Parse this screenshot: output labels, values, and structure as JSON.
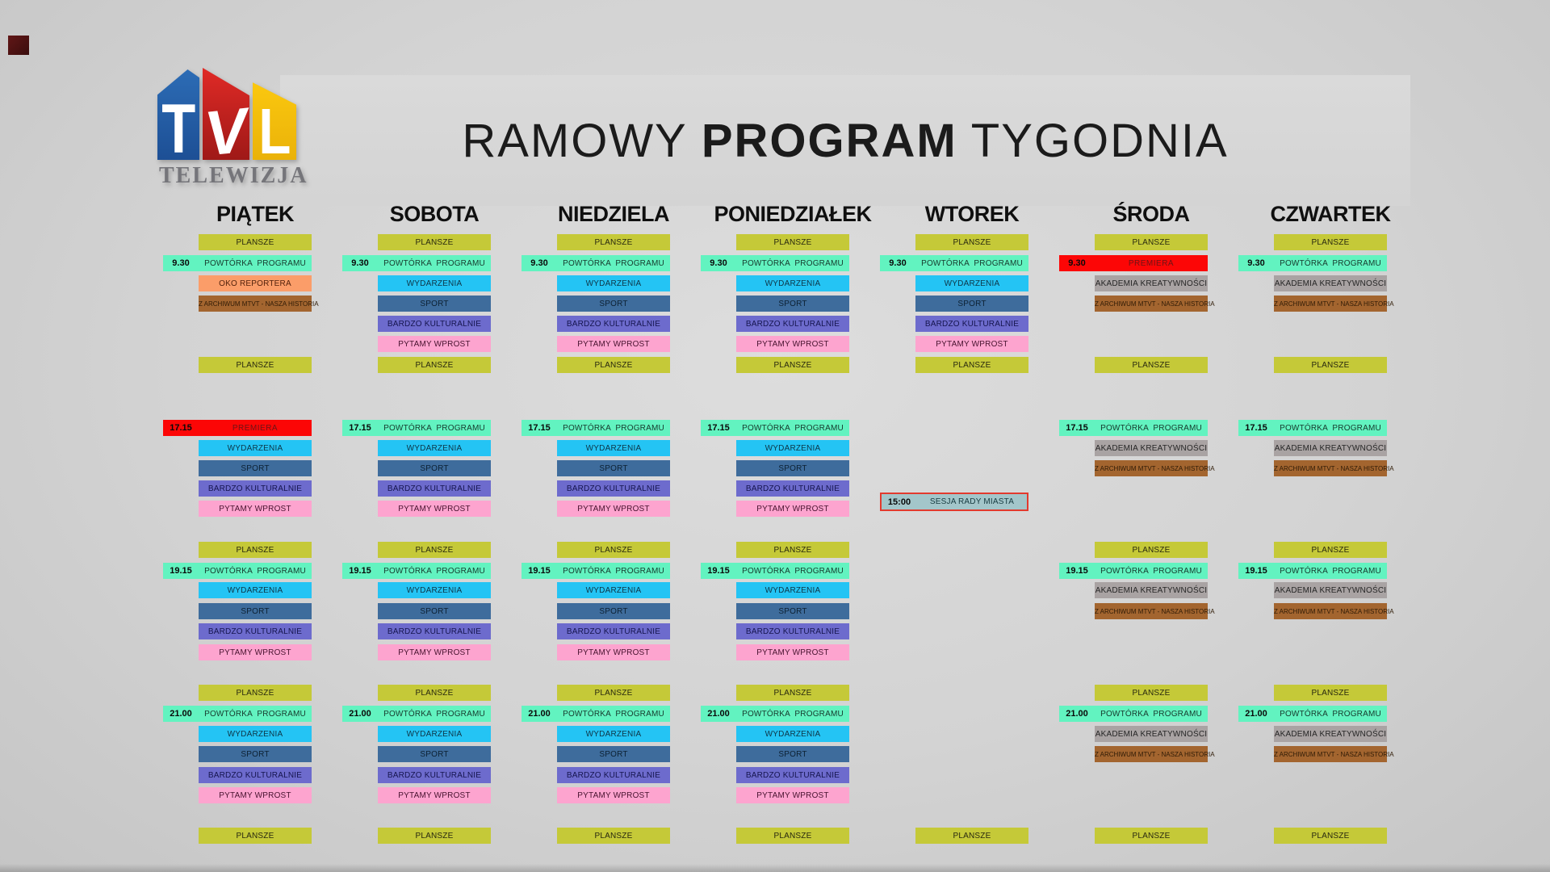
{
  "header": {
    "title_part1": "RAMOWY ",
    "title_part2": "PROGRAM",
    "title_part3": " TYGODNIA"
  },
  "logo": {
    "letters": [
      "T",
      "V",
      "L"
    ],
    "subtitle": "TELEWIZJA",
    "colors": {
      "t": "#2c6cb5",
      "v": "#d8231f",
      "l": "#f7c312"
    }
  },
  "palette": {
    "plansze": {
      "bg": "#c5c938",
      "text": "#28280f"
    },
    "powtorka": {
      "bg": "#62f3c0",
      "text": "#163a2d"
    },
    "wydarzenia": {
      "bg": "#24c4f4",
      "text": "#0e3547"
    },
    "sport": {
      "bg": "#3e6c9c",
      "text": "#0d2133"
    },
    "bardzo": {
      "bg": "#6d6bcd",
      "text": "#15154e"
    },
    "pytamy": {
      "bg": "#fda4cf",
      "text": "#47132f"
    },
    "oko": {
      "bg": "#fb9d69",
      "text": "#53220c"
    },
    "archiwum": {
      "bg": "#a3652f",
      "text": "#2f1b06"
    },
    "akademia": {
      "bg": "#a9a3a3",
      "text": "#262626"
    },
    "premiera": {
      "bg": "#fc0606",
      "text": "#6d1416"
    },
    "sesja": {
      "bg": "#a3c6ca",
      "text": "#163a3f"
    }
  },
  "days": [
    {
      "name": "PIĄTEK",
      "items": [
        {
          "row": 0,
          "type": "plansze",
          "label": "PLANSZE"
        },
        {
          "row": 1,
          "time": "9.30",
          "type": "powtorka",
          "label": "POWTÓRKA  PROGRAMU"
        },
        {
          "row": 2,
          "type": "oko",
          "label": "OKO REPORTERA"
        },
        {
          "row": 3,
          "type": "archiwum",
          "label": "Z ARCHIWUM MTVT - NASZA HISTORIA"
        },
        {
          "row": 6,
          "type": "plansze",
          "label": "PLANSZE"
        },
        {
          "row": 7,
          "time": "17.15",
          "type": "premiera",
          "label": "PREMIERA"
        },
        {
          "row": 8,
          "type": "wydarzenia",
          "label": "WYDARZENIA"
        },
        {
          "row": 9,
          "type": "sport",
          "label": "SPORT"
        },
        {
          "row": 10,
          "type": "bardzo",
          "label": "BARDZO KULTURALNIE"
        },
        {
          "row": 11,
          "type": "pytamy",
          "label": "PYTAMY WPROST"
        },
        {
          "row": 12,
          "type": "plansze",
          "label": "PLANSZE"
        },
        {
          "row": 13,
          "time": "19.15",
          "type": "powtorka",
          "label": "POWTÓRKA  PROGRAMU"
        },
        {
          "row": 14,
          "type": "wydarzenia",
          "label": "WYDARZENIA"
        },
        {
          "row": 15,
          "type": "sport",
          "label": "SPORT"
        },
        {
          "row": 16,
          "type": "bardzo",
          "label": "BARDZO KULTURALNIE"
        },
        {
          "row": 17,
          "type": "pytamy",
          "label": "PYTAMY WPROST"
        },
        {
          "row": 18,
          "type": "plansze",
          "label": "PLANSZE"
        },
        {
          "row": 19,
          "time": "21.00",
          "type": "powtorka",
          "label": "POWTÓRKA  PROGRAMU"
        },
        {
          "row": 20,
          "type": "wydarzenia",
          "label": "WYDARZENIA"
        },
        {
          "row": 21,
          "type": "sport",
          "label": "SPORT"
        },
        {
          "row": 22,
          "type": "bardzo",
          "label": "BARDZO KULTURALNIE"
        },
        {
          "row": 23,
          "type": "pytamy",
          "label": "PYTAMY WPROST"
        },
        {
          "row": 24,
          "type": "plansze",
          "label": "PLANSZE"
        }
      ]
    },
    {
      "name": "SOBOTA",
      "items": [
        {
          "row": 0,
          "type": "plansze",
          "label": "PLANSZE"
        },
        {
          "row": 1,
          "time": "9.30",
          "type": "powtorka",
          "label": "POWTÓRKA  PROGRAMU"
        },
        {
          "row": 2,
          "type": "wydarzenia",
          "label": "WYDARZENIA"
        },
        {
          "row": 3,
          "type": "sport",
          "label": "SPORT"
        },
        {
          "row": 4,
          "type": "bardzo",
          "label": "BARDZO KULTURALNIE"
        },
        {
          "row": 5,
          "type": "pytamy",
          "label": "PYTAMY WPROST"
        },
        {
          "row": 6,
          "type": "plansze",
          "label": "PLANSZE"
        },
        {
          "row": 7,
          "time": "17.15",
          "type": "powtorka",
          "label": "POWTÓRKA  PROGRAMU"
        },
        {
          "row": 8,
          "type": "wydarzenia",
          "label": "WYDARZENIA"
        },
        {
          "row": 9,
          "type": "sport",
          "label": "SPORT"
        },
        {
          "row": 10,
          "type": "bardzo",
          "label": "BARDZO KULTURALNIE"
        },
        {
          "row": 11,
          "type": "pytamy",
          "label": "PYTAMY WPROST"
        },
        {
          "row": 12,
          "type": "plansze",
          "label": "PLANSZE"
        },
        {
          "row": 13,
          "time": "19.15",
          "type": "powtorka",
          "label": "POWTÓRKA  PROGRAMU"
        },
        {
          "row": 14,
          "type": "wydarzenia",
          "label": "WYDARZENIA"
        },
        {
          "row": 15,
          "type": "sport",
          "label": "SPORT"
        },
        {
          "row": 16,
          "type": "bardzo",
          "label": "BARDZO KULTURALNIE"
        },
        {
          "row": 17,
          "type": "pytamy",
          "label": "PYTAMY WPROST"
        },
        {
          "row": 18,
          "type": "plansze",
          "label": "PLANSZE"
        },
        {
          "row": 19,
          "time": "21.00",
          "type": "powtorka",
          "label": "POWTÓRKA  PROGRAMU"
        },
        {
          "row": 20,
          "type": "wydarzenia",
          "label": "WYDARZENIA"
        },
        {
          "row": 21,
          "type": "sport",
          "label": "SPORT"
        },
        {
          "row": 22,
          "type": "bardzo",
          "label": "BARDZO KULTURALNIE"
        },
        {
          "row": 23,
          "type": "pytamy",
          "label": "PYTAMY WPROST"
        },
        {
          "row": 24,
          "type": "plansze",
          "label": "PLANSZE"
        }
      ]
    },
    {
      "name": "NIEDZIELA",
      "items": [
        {
          "row": 0,
          "type": "plansze",
          "label": "PLANSZE"
        },
        {
          "row": 1,
          "time": "9.30",
          "type": "powtorka",
          "label": "POWTÓRKA  PROGRAMU"
        },
        {
          "row": 2,
          "type": "wydarzenia",
          "label": "WYDARZENIA"
        },
        {
          "row": 3,
          "type": "sport",
          "label": "SPORT"
        },
        {
          "row": 4,
          "type": "bardzo",
          "label": "BARDZO KULTURALNIE"
        },
        {
          "row": 5,
          "type": "pytamy",
          "label": "PYTAMY WPROST"
        },
        {
          "row": 6,
          "type": "plansze",
          "label": "PLANSZE"
        },
        {
          "row": 7,
          "time": "17.15",
          "type": "powtorka",
          "label": "POWTÓRKA  PROGRAMU"
        },
        {
          "row": 8,
          "type": "wydarzenia",
          "label": "WYDARZENIA"
        },
        {
          "row": 9,
          "type": "sport",
          "label": "SPORT"
        },
        {
          "row": 10,
          "type": "bardzo",
          "label": "BARDZO KULTURALNIE"
        },
        {
          "row": 11,
          "type": "pytamy",
          "label": "PYTAMY WPROST"
        },
        {
          "row": 12,
          "type": "plansze",
          "label": "PLANSZE"
        },
        {
          "row": 13,
          "time": "19.15",
          "type": "powtorka",
          "label": "POWTÓRKA  PROGRAMU"
        },
        {
          "row": 14,
          "type": "wydarzenia",
          "label": "WYDARZENIA"
        },
        {
          "row": 15,
          "type": "sport",
          "label": "SPORT"
        },
        {
          "row": 16,
          "type": "bardzo",
          "label": "BARDZO KULTURALNIE"
        },
        {
          "row": 17,
          "type": "pytamy",
          "label": "PYTAMY WPROST"
        },
        {
          "row": 18,
          "type": "plansze",
          "label": "PLANSZE"
        },
        {
          "row": 19,
          "time": "21.00",
          "type": "powtorka",
          "label": "POWTÓRKA  PROGRAMU"
        },
        {
          "row": 20,
          "type": "wydarzenia",
          "label": "WYDARZENIA"
        },
        {
          "row": 21,
          "type": "sport",
          "label": "SPORT"
        },
        {
          "row": 22,
          "type": "bardzo",
          "label": "BARDZO KULTURALNIE"
        },
        {
          "row": 23,
          "type": "pytamy",
          "label": "PYTAMY WPROST"
        },
        {
          "row": 24,
          "type": "plansze",
          "label": "PLANSZE"
        }
      ]
    },
    {
      "name": "PONIEDZIAŁEK",
      "items": [
        {
          "row": 0,
          "type": "plansze",
          "label": "PLANSZE"
        },
        {
          "row": 1,
          "time": "9.30",
          "type": "powtorka",
          "label": "POWTÓRKA  PROGRAMU"
        },
        {
          "row": 2,
          "type": "wydarzenia",
          "label": "WYDARZENIA"
        },
        {
          "row": 3,
          "type": "sport",
          "label": "SPORT"
        },
        {
          "row": 4,
          "type": "bardzo",
          "label": "BARDZO KULTURALNIE"
        },
        {
          "row": 5,
          "type": "pytamy",
          "label": "PYTAMY WPROST"
        },
        {
          "row": 6,
          "type": "plansze",
          "label": "PLANSZE"
        },
        {
          "row": 7,
          "time": "17.15",
          "type": "powtorka",
          "label": "POWTÓRKA  PROGRAMU"
        },
        {
          "row": 8,
          "type": "wydarzenia",
          "label": "WYDARZENIA"
        },
        {
          "row": 9,
          "type": "sport",
          "label": "SPORT"
        },
        {
          "row": 10,
          "type": "bardzo",
          "label": "BARDZO KULTURALNIE"
        },
        {
          "row": 11,
          "type": "pytamy",
          "label": "PYTAMY WPROST"
        },
        {
          "row": 12,
          "type": "plansze",
          "label": "PLANSZE"
        },
        {
          "row": 13,
          "time": "19.15",
          "type": "powtorka",
          "label": "POWTÓRKA  PROGRAMU"
        },
        {
          "row": 14,
          "type": "wydarzenia",
          "label": "WYDARZENIA"
        },
        {
          "row": 15,
          "type": "sport",
          "label": "SPORT"
        },
        {
          "row": 16,
          "type": "bardzo",
          "label": "BARDZO KULTURALNIE"
        },
        {
          "row": 17,
          "type": "pytamy",
          "label": "PYTAMY WPROST"
        },
        {
          "row": 18,
          "type": "plansze",
          "label": "PLANSZE"
        },
        {
          "row": 19,
          "time": "21.00",
          "type": "powtorka",
          "label": "POWTÓRKA  PROGRAMU"
        },
        {
          "row": 20,
          "type": "wydarzenia",
          "label": "WYDARZENIA"
        },
        {
          "row": 21,
          "type": "sport",
          "label": "SPORT"
        },
        {
          "row": 22,
          "type": "bardzo",
          "label": "BARDZO KULTURALNIE"
        },
        {
          "row": 23,
          "type": "pytamy",
          "label": "PYTAMY WPROST"
        },
        {
          "row": 24,
          "type": "plansze",
          "label": "PLANSZE"
        }
      ]
    },
    {
      "name": "WTOREK",
      "items": [
        {
          "row": 0,
          "type": "plansze",
          "label": "PLANSZE"
        },
        {
          "row": 1,
          "time": "9.30",
          "type": "powtorka",
          "label": "POWTÓRKA  PROGRAMU"
        },
        {
          "row": 2,
          "type": "wydarzenia",
          "label": "WYDARZENIA"
        },
        {
          "row": 3,
          "type": "sport",
          "label": "SPORT"
        },
        {
          "row": 4,
          "type": "bardzo",
          "label": "BARDZO KULTURALNIE"
        },
        {
          "row": 5,
          "type": "pytamy",
          "label": "PYTAMY WPROST"
        },
        {
          "row": 6,
          "type": "plansze",
          "label": "PLANSZE"
        },
        {
          "row": 25,
          "time": "15:00",
          "type": "sesja",
          "label": "SESJA RADY MIASTA"
        },
        {
          "row": 24,
          "type": "plansze",
          "label": "PLANSZE"
        }
      ]
    },
    {
      "name": "ŚRODA",
      "items": [
        {
          "row": 0,
          "type": "plansze",
          "label": "PLANSZE"
        },
        {
          "row": 1,
          "time": "9.30",
          "type": "premiera",
          "label": "PREMIERA"
        },
        {
          "row": 2,
          "type": "akademia",
          "label": "AKADEMIA KREATYWNOŚCI"
        },
        {
          "row": 3,
          "type": "archiwum",
          "label": "Z ARCHIWUM MTVT - NASZA HISTORIA"
        },
        {
          "row": 6,
          "type": "plansze",
          "label": "PLANSZE"
        },
        {
          "row": 7,
          "time": "17.15",
          "type": "powtorka",
          "label": "POWTÓRKA  PROGRAMU"
        },
        {
          "row": 8,
          "type": "akademia",
          "label": "AKADEMIA KREATYWNOŚCI"
        },
        {
          "row": 9,
          "type": "archiwum",
          "label": "Z ARCHIWUM MTVT - NASZA HISTORIA"
        },
        {
          "row": 12,
          "type": "plansze",
          "label": "PLANSZE"
        },
        {
          "row": 13,
          "time": "19.15",
          "type": "powtorka",
          "label": "POWTÓRKA  PROGRAMU"
        },
        {
          "row": 14,
          "type": "akademia",
          "label": "AKADEMIA KREATYWNOŚCI"
        },
        {
          "row": 15,
          "type": "archiwum",
          "label": "Z ARCHIWUM MTVT - NASZA HISTORIA"
        },
        {
          "row": 18,
          "type": "plansze",
          "label": "PLANSZE"
        },
        {
          "row": 19,
          "time": "21.00",
          "type": "powtorka",
          "label": "POWTÓRKA  PROGRAMU"
        },
        {
          "row": 20,
          "type": "akademia",
          "label": "AKADEMIA KREATYWNOŚCI"
        },
        {
          "row": 21,
          "type": "archiwum",
          "label": "Z ARCHIWUM MTVT - NASZA HISTORIA"
        },
        {
          "row": 24,
          "type": "plansze",
          "label": "PLANSZE"
        }
      ]
    },
    {
      "name": "CZWARTEK",
      "items": [
        {
          "row": 0,
          "type": "plansze",
          "label": "PLANSZE"
        },
        {
          "row": 1,
          "time": "9.30",
          "type": "powtorka",
          "label": "POWTÓRKA  PROGRAMU"
        },
        {
          "row": 2,
          "type": "akademia",
          "label": "AKADEMIA KREATYWNOŚCI"
        },
        {
          "row": 3,
          "type": "archiwum",
          "label": "Z ARCHIWUM MTVT - NASZA HISTORIA"
        },
        {
          "row": 6,
          "type": "plansze",
          "label": "PLANSZE"
        },
        {
          "row": 7,
          "time": "17.15",
          "type": "powtorka",
          "label": "POWTÓRKA  PROGRAMU"
        },
        {
          "row": 8,
          "type": "akademia",
          "label": "AKADEMIA KREATYWNOŚCI"
        },
        {
          "row": 9,
          "type": "archiwum",
          "label": "Z ARCHIWUM MTVT - NASZA HISTORIA"
        },
        {
          "row": 12,
          "type": "plansze",
          "label": "PLANSZE"
        },
        {
          "row": 13,
          "time": "19.15",
          "type": "powtorka",
          "label": "POWTÓRKA  PROGRAMU"
        },
        {
          "row": 14,
          "type": "akademia",
          "label": "AKADEMIA KREATYWNOŚCI"
        },
        {
          "row": 15,
          "type": "archiwum",
          "label": "Z ARCHIWUM MTVT - NASZA HISTORIA"
        },
        {
          "row": 18,
          "type": "plansze",
          "label": "PLANSZE"
        },
        {
          "row": 19,
          "time": "21.00",
          "type": "powtorka",
          "label": "POWTÓRKA  PROGRAMU"
        },
        {
          "row": 20,
          "type": "akademia",
          "label": "AKADEMIA KREATYWNOŚCI"
        },
        {
          "row": 21,
          "type": "archiwum",
          "label": "Z ARCHIWUM MTVT - NASZA HISTORIA"
        },
        {
          "row": 24,
          "type": "plansze",
          "label": "PLANSZE"
        }
      ]
    }
  ]
}
